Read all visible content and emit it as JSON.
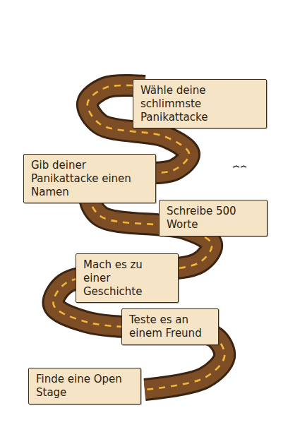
{
  "diagram": {
    "nodes": [
      {
        "text": [
          "Wähle deine schlimmste Panikattacke"
        ]
      },
      {
        "text": [
          "Gib deiner Panikattacke einen Namen"
        ]
      },
      {
        "text": [
          "Schreibe 500 Worte"
        ]
      },
      {
        "text": [
          "Mach es zu einer Geschichte"
        ]
      },
      {
        "text": [
          "Teste es an einem Freund"
        ]
      },
      {
        "text": [
          "Finde eine Open Stage"
        ]
      }
    ]
  }
}
